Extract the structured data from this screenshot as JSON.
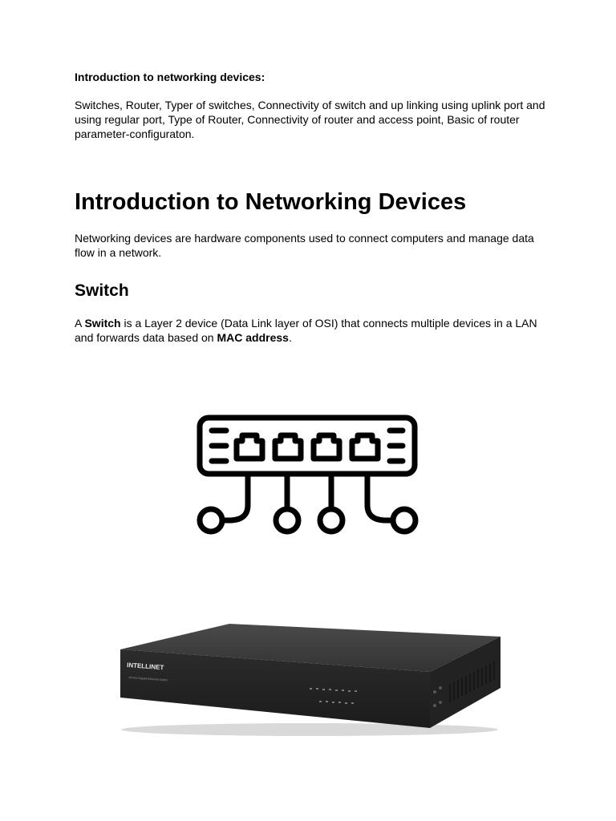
{
  "intro": {
    "heading": "Introduction to networking devices:",
    "text": "Switches, Router, Typer of switches, Connectivity of switch and up linking using uplink port and using regular port, Type of Router, Connectivity of router and access point, Basic of router parameter-configuraton."
  },
  "main": {
    "title": "Introduction to Networking Devices",
    "description": "Networking devices are hardware components used to connect computers and manage data flow in a network."
  },
  "switch": {
    "title": "Switch",
    "desc_prefix": "A ",
    "desc_bold1": "Switch",
    "desc_middle": " is a Layer 2 device (Data Link layer of OSI) that connects multiple devices in a LAN and forwards data based on ",
    "desc_bold2": "MAC address",
    "desc_suffix": "."
  },
  "images": {
    "icon": "network-switch-icon",
    "photo": "network-switch-photo",
    "brand": "INTELLINET",
    "model": "16-Port Gigabit Ethernet Switch"
  },
  "colors": {
    "icon_stroke": "#000000",
    "device_body": "#2b2b2b",
    "device_top": "#3c3c3c"
  }
}
